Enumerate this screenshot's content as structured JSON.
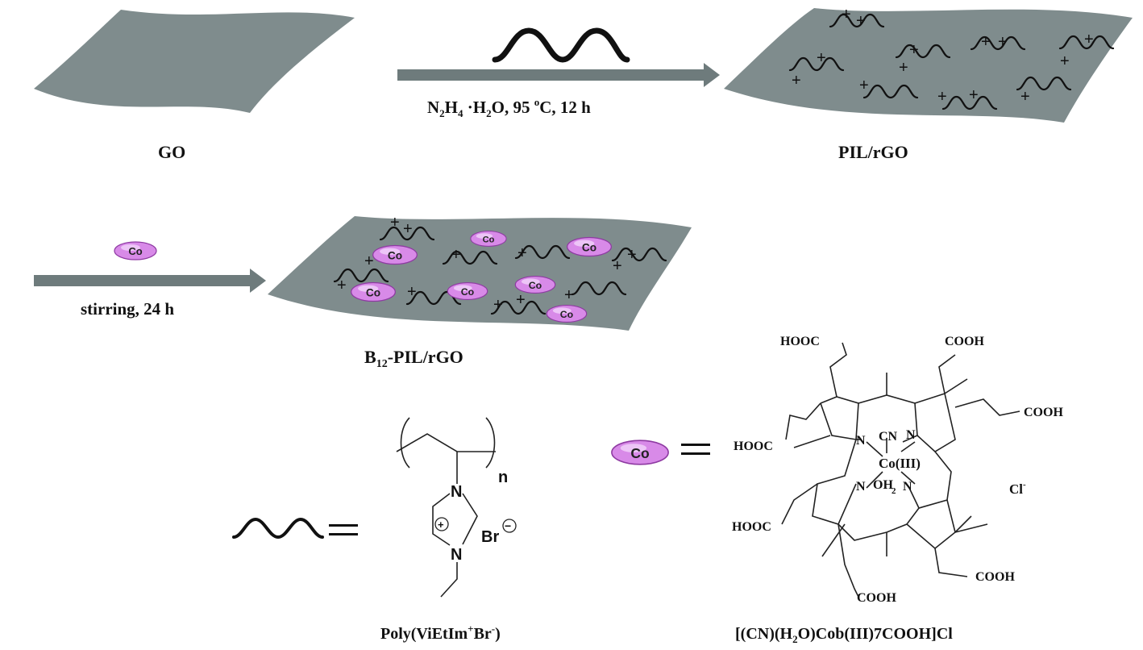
{
  "colors": {
    "sheet": "#7f8c8d",
    "arrow": "#6e7b7c",
    "co_fill": "#d88ae8",
    "co_stroke": "#8e3aa2"
  },
  "labels": {
    "go": "GO",
    "pil_rgo": "PIL/rGO",
    "b12_prefix": "B",
    "b12_sub": "12",
    "b12_suffix": "-PIL/rGO",
    "arrow1_cond": [
      "N",
      "2",
      "H",
      "4",
      " ·H",
      "2",
      "O, 95 ",
      "o",
      "C, 12 h"
    ],
    "arrow2_cond": "stirring, 24 h",
    "co": "Co",
    "poly_name": [
      "Poly(ViEtIm",
      "+",
      "Br",
      "-",
      ")"
    ],
    "cob_name": "[(CN)(H2O)Cob(III)7COOH]Cl",
    "cob_name_parts": [
      "[(CN)(H",
      "2",
      "O)Cob(III)7COOH]Cl"
    ],
    "equals": "═"
  },
  "structure": {
    "n": "n",
    "N": "N",
    "plus": "+",
    "br": "Br",
    "minus": "−",
    "hooc": "HOOC",
    "cooh": "COOH",
    "cn": "CN",
    "co_center": "Co(III)",
    "oh": "OH",
    "h2n": "N",
    "cl": "Cl",
    "cl_sup": "-"
  }
}
